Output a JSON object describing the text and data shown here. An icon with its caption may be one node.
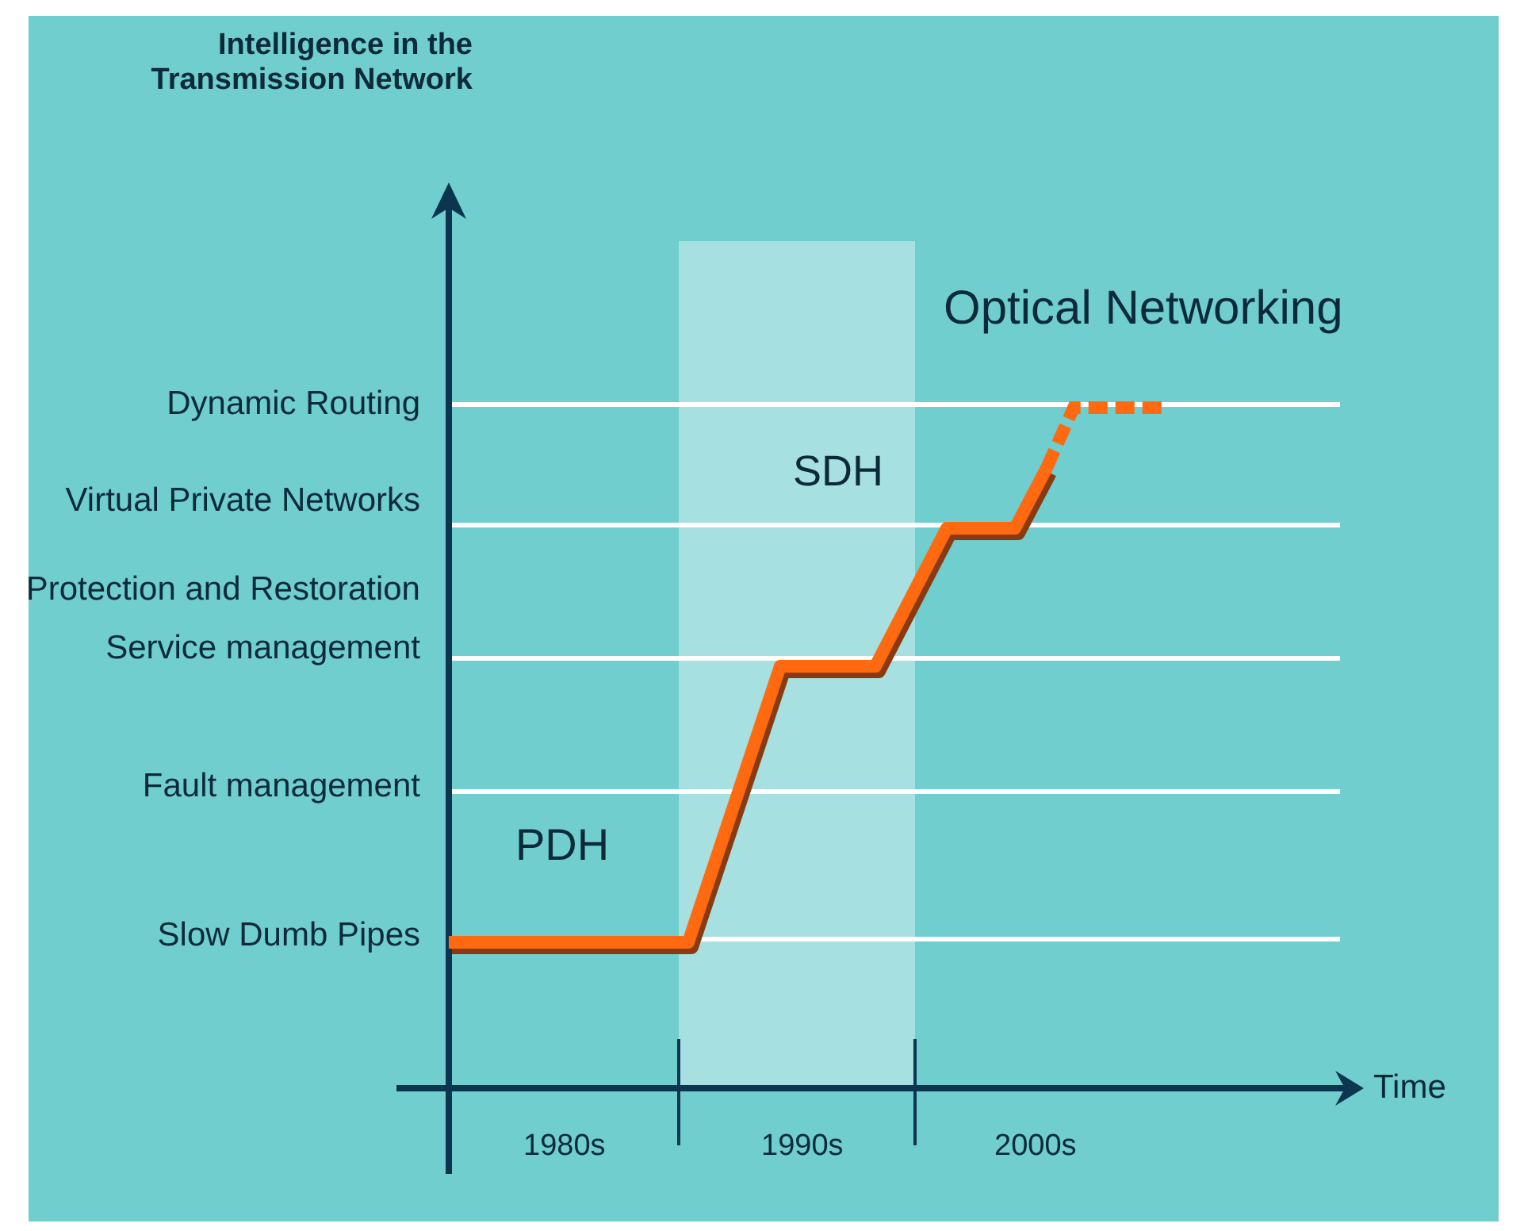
{
  "diagram": {
    "labels": [
      "Intelligence in the Transmission Network",
      "Optical Networking",
      "Dynamic Routing",
      "SDH",
      "Virtual Private Networks",
      "Protection and Restoration",
      "Service management",
      "Fault management",
      "PDH",
      "Slow Dumb Pipes",
      "Time",
      "1980s",
      "1990s",
      "2000s"
    ]
  }
}
